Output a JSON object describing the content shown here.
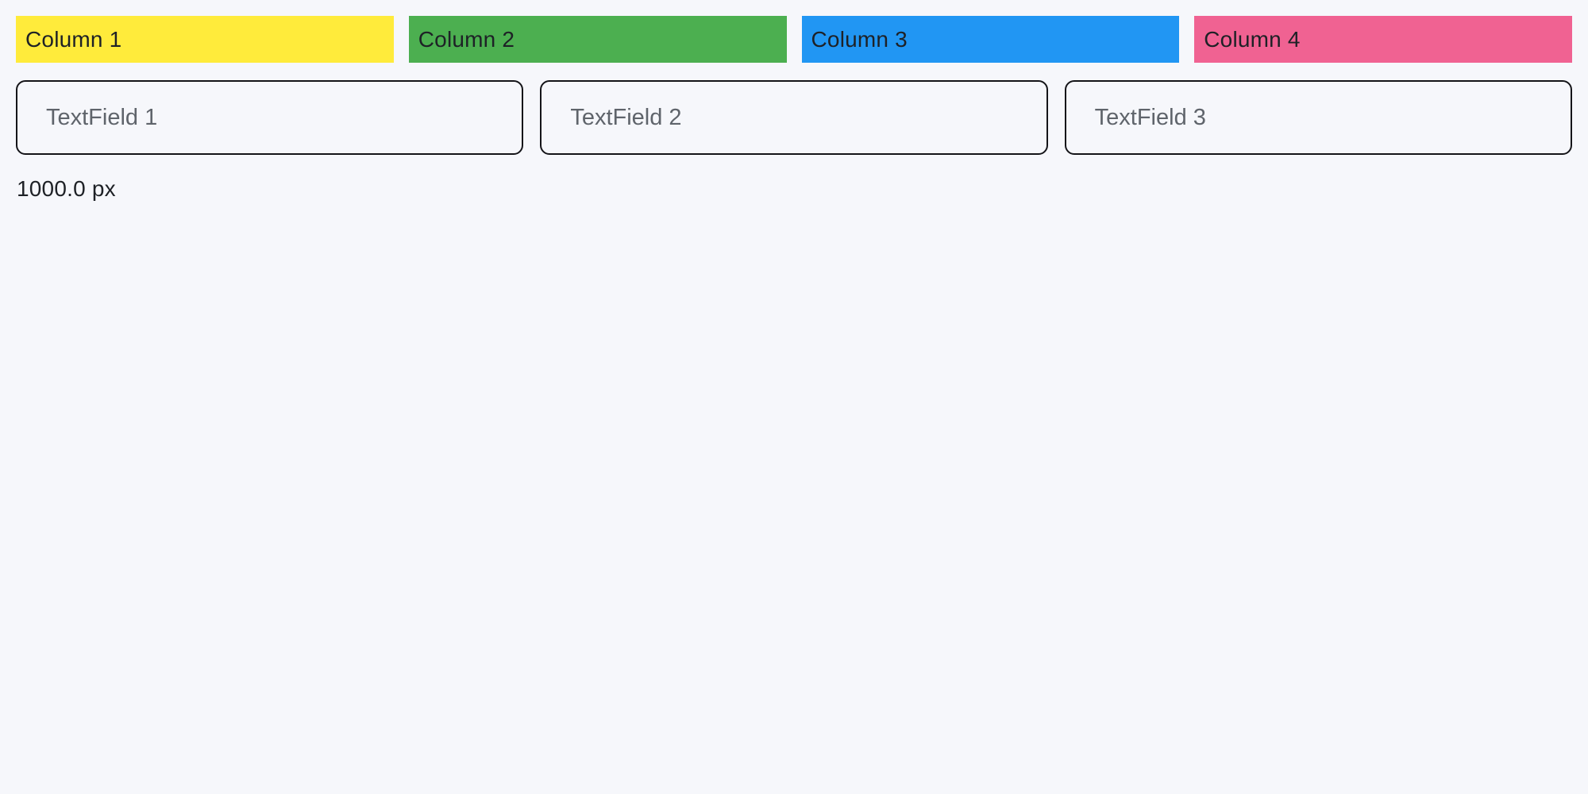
{
  "canvas": {
    "background": "#f6f7fb"
  },
  "columns": [
    {
      "label": "Column 1",
      "color": "#ffeb3b"
    },
    {
      "label": "Column 2",
      "color": "#4caf50"
    },
    {
      "label": "Column 3",
      "color": "#2196f3"
    },
    {
      "label": "Column 4",
      "color": "#f06292"
    }
  ],
  "textfields": [
    {
      "placeholder": "TextField 1",
      "value": ""
    },
    {
      "placeholder": "TextField 2",
      "value": ""
    },
    {
      "placeholder": "TextField 3",
      "value": ""
    }
  ],
  "footer": {
    "width_label": "1000.0 px"
  },
  "colors": {
    "header_label_text": "#1e2126",
    "placeholder_text": "#5f646b",
    "field_border": "#141418",
    "footer_label_text": "#1e2126"
  }
}
